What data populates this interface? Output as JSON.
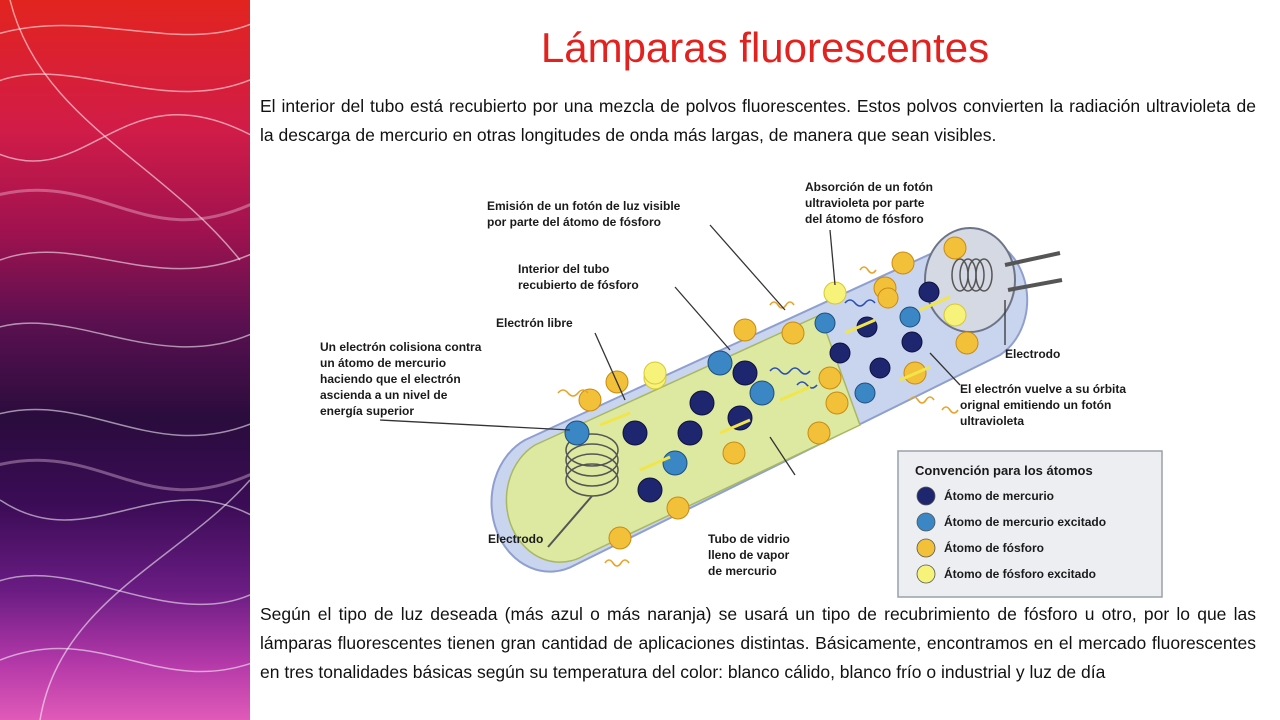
{
  "slide": {
    "title": "Lámparas fluorescentes",
    "intro": "El interior del tubo está recubierto por una mezcla de polvos fluorescentes. Estos polvos convierten la radiación ultravioleta de la descarga de mercurio en otras longitudes de onda más largas, de manera que sean visibles.",
    "closing": "Según el tipo de luz deseada (más azul o más naranja) se usará un tipo de recubrimiento de fósforo u otro, por lo que las lámparas fluorescentes tienen gran cantidad de aplicaciones distintas. Básicamente, encontramos en el mercado fluorescentes en tres tonalidades básicas según su temperatura del color: blanco cálido, blanco frío o industrial y luz de día"
  },
  "diagram": {
    "labels": {
      "emission_l1": "Emisión de un fotón de luz visible",
      "emission_l2": "por parte del átomo de fósforo",
      "absorption_l1": "Absorción de un fotón",
      "absorption_l2": "ultravioleta por parte",
      "absorption_l3": "del átomo de fósforo",
      "interior_l1": "Interior del tubo",
      "interior_l2": "recubierto de fósforo",
      "free_electron": "Electrón libre",
      "collision_l1": "Un electrón colisiona contra",
      "collision_l2": "un átomo de mercurio",
      "collision_l3": "haciendo que el electrón",
      "collision_l4": "ascienda a un nivel de",
      "collision_l5": "energía superior",
      "electrode_right": "Electrodo",
      "electrode_left": "Electrodo",
      "return_l1": "El electrón vuelve a su órbita",
      "return_l2": "orignal emitiendo un fotón",
      "return_l3": "ultravioleta",
      "glass_l1": "Tubo de vidrio",
      "glass_l2": "lleno de vapor",
      "glass_l3": "de mercurio"
    },
    "legend": {
      "title": "Convención para los átomos",
      "items": [
        {
          "label": "Átomo de mercurio",
          "color": "#1f2670"
        },
        {
          "label": "Átomo de mercurio excitado",
          "color": "#3b86c4"
        },
        {
          "label": "Átomo de fósforo",
          "color": "#f3c03a"
        },
        {
          "label": "Átomo de fósforo excitado",
          "color": "#f6f27a"
        }
      ]
    }
  }
}
